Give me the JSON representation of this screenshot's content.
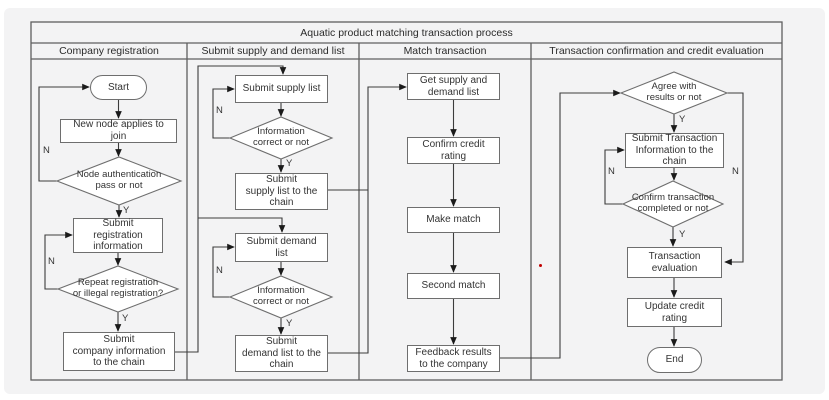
{
  "title": "Aquatic product matching transaction process",
  "lanes": [
    {
      "label": "Company registration"
    },
    {
      "label": "Submit supply and demand list"
    },
    {
      "label": "Match transaction"
    },
    {
      "label": "Transaction confirmation and credit evaluation"
    }
  ],
  "labels": {
    "yes": "Y",
    "no": "N"
  },
  "nodes": {
    "start": {
      "label": "Start",
      "type": "terminator"
    },
    "new_node": {
      "label": "New node applies to\njoin",
      "type": "process"
    },
    "node_auth": {
      "label": "Node authentication\npass or not",
      "type": "decision"
    },
    "submit_registration": {
      "label": "Submit\nregistration\ninformation",
      "type": "process"
    },
    "repeat_registration": {
      "label": "Repeat registration\nor illegal registration?",
      "type": "decision"
    },
    "company_chain": {
      "label": "Submit\ncompany information\nto the chain",
      "type": "process"
    },
    "submit_supply": {
      "label": "Submit supply list",
      "type": "process"
    },
    "info_correct_supply": {
      "label": "Information\ncorrect or not",
      "type": "decision"
    },
    "supply_chain": {
      "label": "Submit\nsupply list to the\nchain",
      "type": "process"
    },
    "submit_demand": {
      "label": "Submit demand\nlist",
      "type": "process"
    },
    "info_correct_demand": {
      "label": "Information\ncorrect or not",
      "type": "decision"
    },
    "demand_chain": {
      "label": "Submit\ndemand list to the\nchain",
      "type": "process"
    },
    "get_list": {
      "label": "Get supply and\ndemand list",
      "type": "process"
    },
    "confirm_credit": {
      "label": "Confirm credit\nrating",
      "type": "process"
    },
    "make_match": {
      "label": "Make match",
      "type": "process"
    },
    "second_match": {
      "label": "Second match",
      "type": "process"
    },
    "feedback": {
      "label": "Feedback results\nto the company",
      "type": "process"
    },
    "agree": {
      "label": "Agree with\nresults or not",
      "type": "decision"
    },
    "submit_transaction": {
      "label": "Submit Transaction\nInformation to the\nchain",
      "type": "process"
    },
    "confirm_transaction": {
      "label": "Confirm transaction\ncompleted or not",
      "type": "decision"
    },
    "transaction_eval": {
      "label": "Transaction\nevaluation",
      "type": "process"
    },
    "update_credit": {
      "label": "Update credit\nrating",
      "type": "process"
    },
    "end": {
      "label": "End",
      "type": "terminator"
    }
  },
  "colors": {
    "background": "#f3f3f4",
    "grid_line": "#5f5f5f",
    "connector_line": "#3c3c3c",
    "node_border": "#6e6e6e",
    "node_fill": "#ffffff",
    "stray_dot": "#c00000"
  }
}
